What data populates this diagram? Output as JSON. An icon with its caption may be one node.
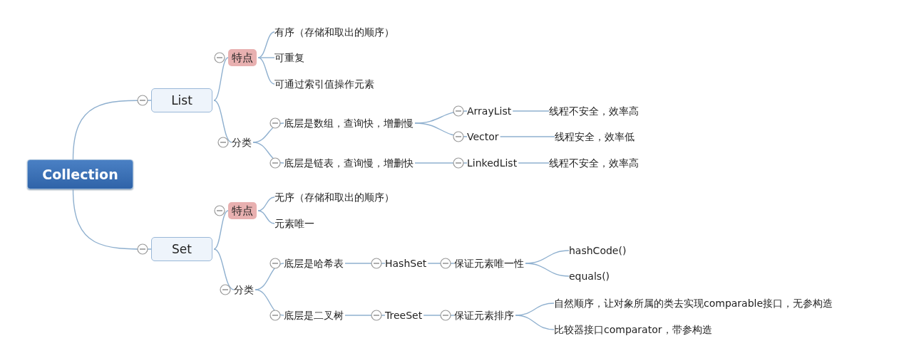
{
  "diagram": {
    "nodes": [
      {
        "text": [
          "Collection"
        ]
      },
      {
        "text": [
          "List"
        ]
      },
      {
        "text": [
          "特点"
        ]
      },
      {
        "text": [
          "有序（存储和取出的顺序）"
        ]
      },
      {
        "text": [
          "可重复"
        ]
      },
      {
        "text": [
          "可通过索引值操作元素"
        ]
      },
      {
        "text": [
          "分类"
        ]
      },
      {
        "text": [
          "底层是数组，查询快，增删慢"
        ]
      },
      {
        "text": [
          "ArrayList"
        ]
      },
      {
        "text": [
          "线程不安全，效率高"
        ]
      },
      {
        "text": [
          "Vector"
        ]
      },
      {
        "text": [
          "线程安全，效率低"
        ]
      },
      {
        "text": [
          "底层是链表，查询慢，增删快"
        ]
      },
      {
        "text": [
          "LinkedList"
        ]
      },
      {
        "text": [
          "线程不安全，效率高"
        ]
      },
      {
        "text": [
          "Set"
        ]
      },
      {
        "text": [
          "特点"
        ]
      },
      {
        "text": [
          "无序（存储和取出的顺序）"
        ]
      },
      {
        "text": [
          "元素唯一"
        ]
      },
      {
        "text": [
          "分类"
        ]
      },
      {
        "text": [
          "底层是哈希表"
        ]
      },
      {
        "text": [
          "HashSet"
        ]
      },
      {
        "text": [
          "保证元素唯一性"
        ]
      },
      {
        "text": [
          "hashCode()"
        ]
      },
      {
        "text": [
          "equals()"
        ]
      },
      {
        "text": [
          "底层是二叉树"
        ]
      },
      {
        "text": [
          "TreeSet"
        ]
      },
      {
        "text": [
          "保证元素排序"
        ]
      },
      {
        "text": [
          "自然顺序，让对象所属的类去实现comparable接口，无参构造"
        ]
      },
      {
        "text": [
          "比较器接口comparator，带参构造"
        ]
      }
    ],
    "edges": [
      {
        "from": 0,
        "to": 1,
        "arrow": "none"
      },
      {
        "from": 1,
        "to": 2,
        "arrow": "none"
      },
      {
        "from": 2,
        "to": 3,
        "arrow": "none"
      },
      {
        "from": 2,
        "to": 4,
        "arrow": "none"
      },
      {
        "from": 2,
        "to": 5,
        "arrow": "none"
      },
      {
        "from": 1,
        "to": 6,
        "arrow": "none"
      },
      {
        "from": 6,
        "to": 7,
        "arrow": "none"
      },
      {
        "from": 7,
        "to": 8,
        "arrow": "none"
      },
      {
        "from": 8,
        "to": 9,
        "arrow": "none"
      },
      {
        "from": 7,
        "to": 10,
        "arrow": "none"
      },
      {
        "from": 10,
        "to": 11,
        "arrow": "none"
      },
      {
        "from": 6,
        "to": 12,
        "arrow": "none"
      },
      {
        "from": 12,
        "to": 13,
        "arrow": "none"
      },
      {
        "from": 13,
        "to": 14,
        "arrow": "none"
      },
      {
        "from": 0,
        "to": 15,
        "arrow": "none"
      },
      {
        "from": 15,
        "to": 16,
        "arrow": "none"
      },
      {
        "from": 16,
        "to": 17,
        "arrow": "none"
      },
      {
        "from": 16,
        "to": 18,
        "arrow": "none"
      },
      {
        "from": 15,
        "to": 19,
        "arrow": "none"
      },
      {
        "from": 19,
        "to": 20,
        "arrow": "none"
      },
      {
        "from": 20,
        "to": 21,
        "arrow": "none"
      },
      {
        "from": 21,
        "to": 22,
        "arrow": "none"
      },
      {
        "from": 22,
        "to": 23,
        "arrow": "none"
      },
      {
        "from": 22,
        "to": 24,
        "arrow": "none"
      },
      {
        "from": 19,
        "to": 25,
        "arrow": "none"
      },
      {
        "from": 25,
        "to": 26,
        "arrow": "none"
      },
      {
        "from": 26,
        "to": 27,
        "arrow": "none"
      },
      {
        "from": 27,
        "to": 28,
        "arrow": "none"
      },
      {
        "from": 27,
        "to": 29,
        "arrow": "none"
      }
    ]
  }
}
